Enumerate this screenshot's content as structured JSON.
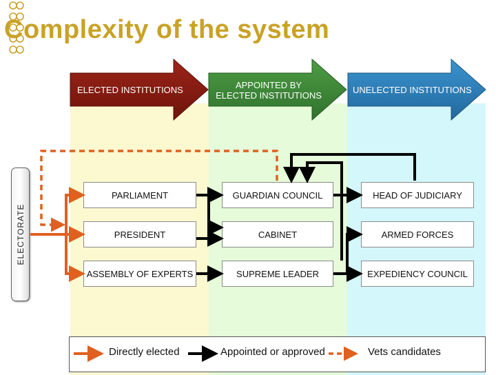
{
  "title": "Complexity of the system",
  "colors": {
    "title": "#c9a227",
    "elected": "#8b1a12",
    "appointed": "#3d8a3a",
    "unelected": "#2e82bf",
    "orange": "#e0601f",
    "black": "#000000"
  },
  "columns": [
    {
      "label": "ELECTED INSTITUTIONS"
    },
    {
      "label_line1": "APPOINTED BY",
      "label_line2": "ELECTED INSTITUTIONS"
    },
    {
      "label": "UNELECTED INSTITUTIONS"
    }
  ],
  "electorate": "ELECTORATE",
  "boxes": {
    "parliament": "PARLIAMENT",
    "president": "PRESIDENT",
    "assembly": "ASSEMBLY OF EXPERTS",
    "guardian": "GUARDIAN COUNCIL",
    "cabinet": "CABINET",
    "supreme": "SUPREME LEADER",
    "judiciary": "HEAD OF JUDICIARY",
    "armed": "ARMED FORCES",
    "expediency": "EXPEDIENCY COUNCIL"
  },
  "legend": {
    "directly_elected": "Directly elected",
    "appointed": "Appointed or approved",
    "vets": "Vets candidates"
  }
}
